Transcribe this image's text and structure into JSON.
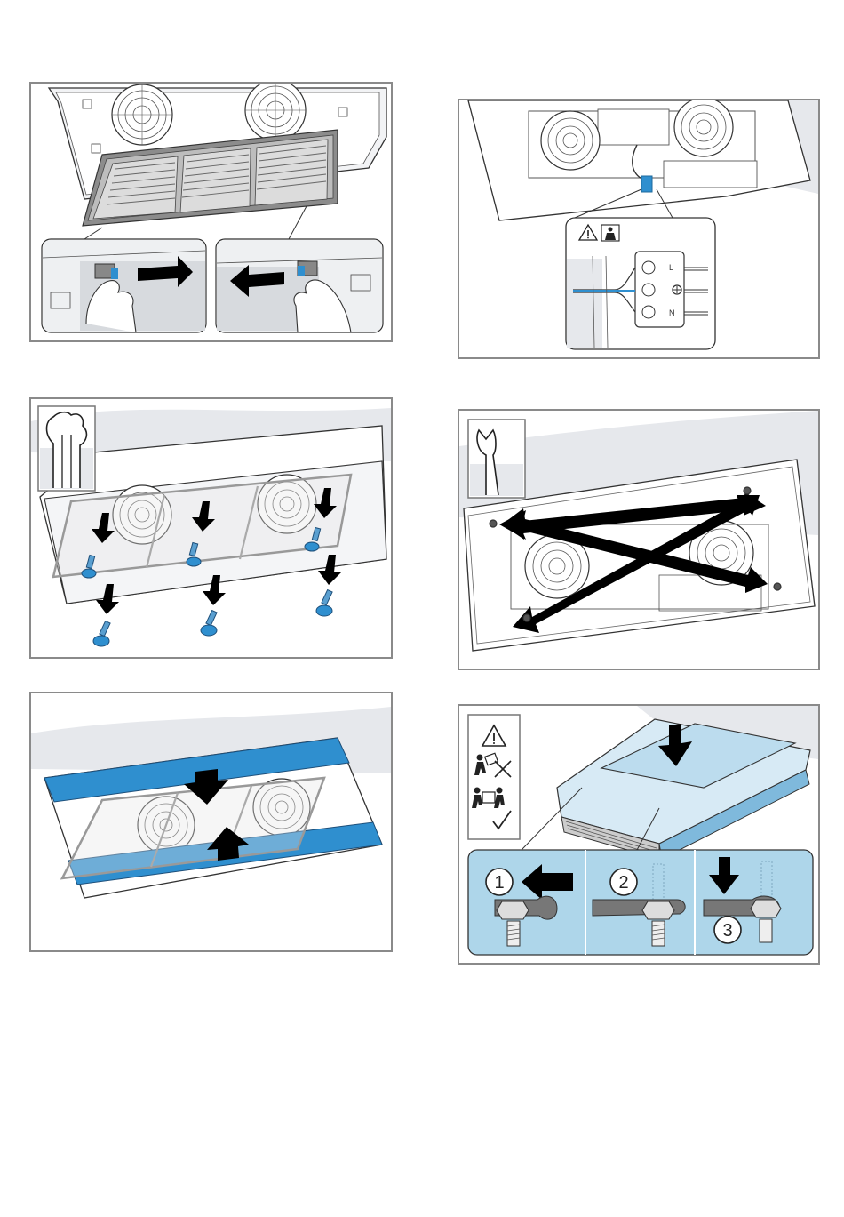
{
  "terminal_block": {
    "labels": [
      "L",
      "N"
    ],
    "earth_symbol": "earth-symbol"
  },
  "steps": {
    "step_1": "1",
    "step_2": "2",
    "step_3": "3"
  },
  "icons": {
    "warning": "warning-triangle-icon",
    "electrician": "qualified-electrician-icon",
    "torx": "torx-screwdriver-icon",
    "wrench": "wrench-icon",
    "no_single_lift": "do-not-lift-alone-icon",
    "two_person_lift": "two-person-lift-icon"
  },
  "colors": {
    "accent_blue": "#2f8fcf",
    "light_blue": "#aed6ea",
    "panel_border": "#8a8a8a",
    "line": "#333333",
    "wall": "#e6e8ec"
  }
}
